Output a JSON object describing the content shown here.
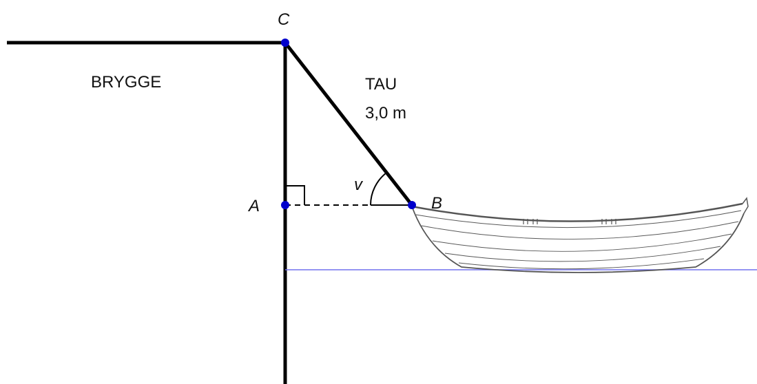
{
  "labels": {
    "point_c": "C",
    "point_a": "A",
    "point_b": "B",
    "angle": "v",
    "dock": "BRYGGE",
    "rope": "TAU",
    "rope_length": "3,0 m"
  },
  "colors": {
    "line": "#000000",
    "point": "#0000cc",
    "water": "#7070ee",
    "boat": "#555555"
  },
  "figure": {
    "right_angle_at": "A",
    "dashed_segment": "AB",
    "water_surface": "horizontal line",
    "boat": "rowboat sketch"
  }
}
